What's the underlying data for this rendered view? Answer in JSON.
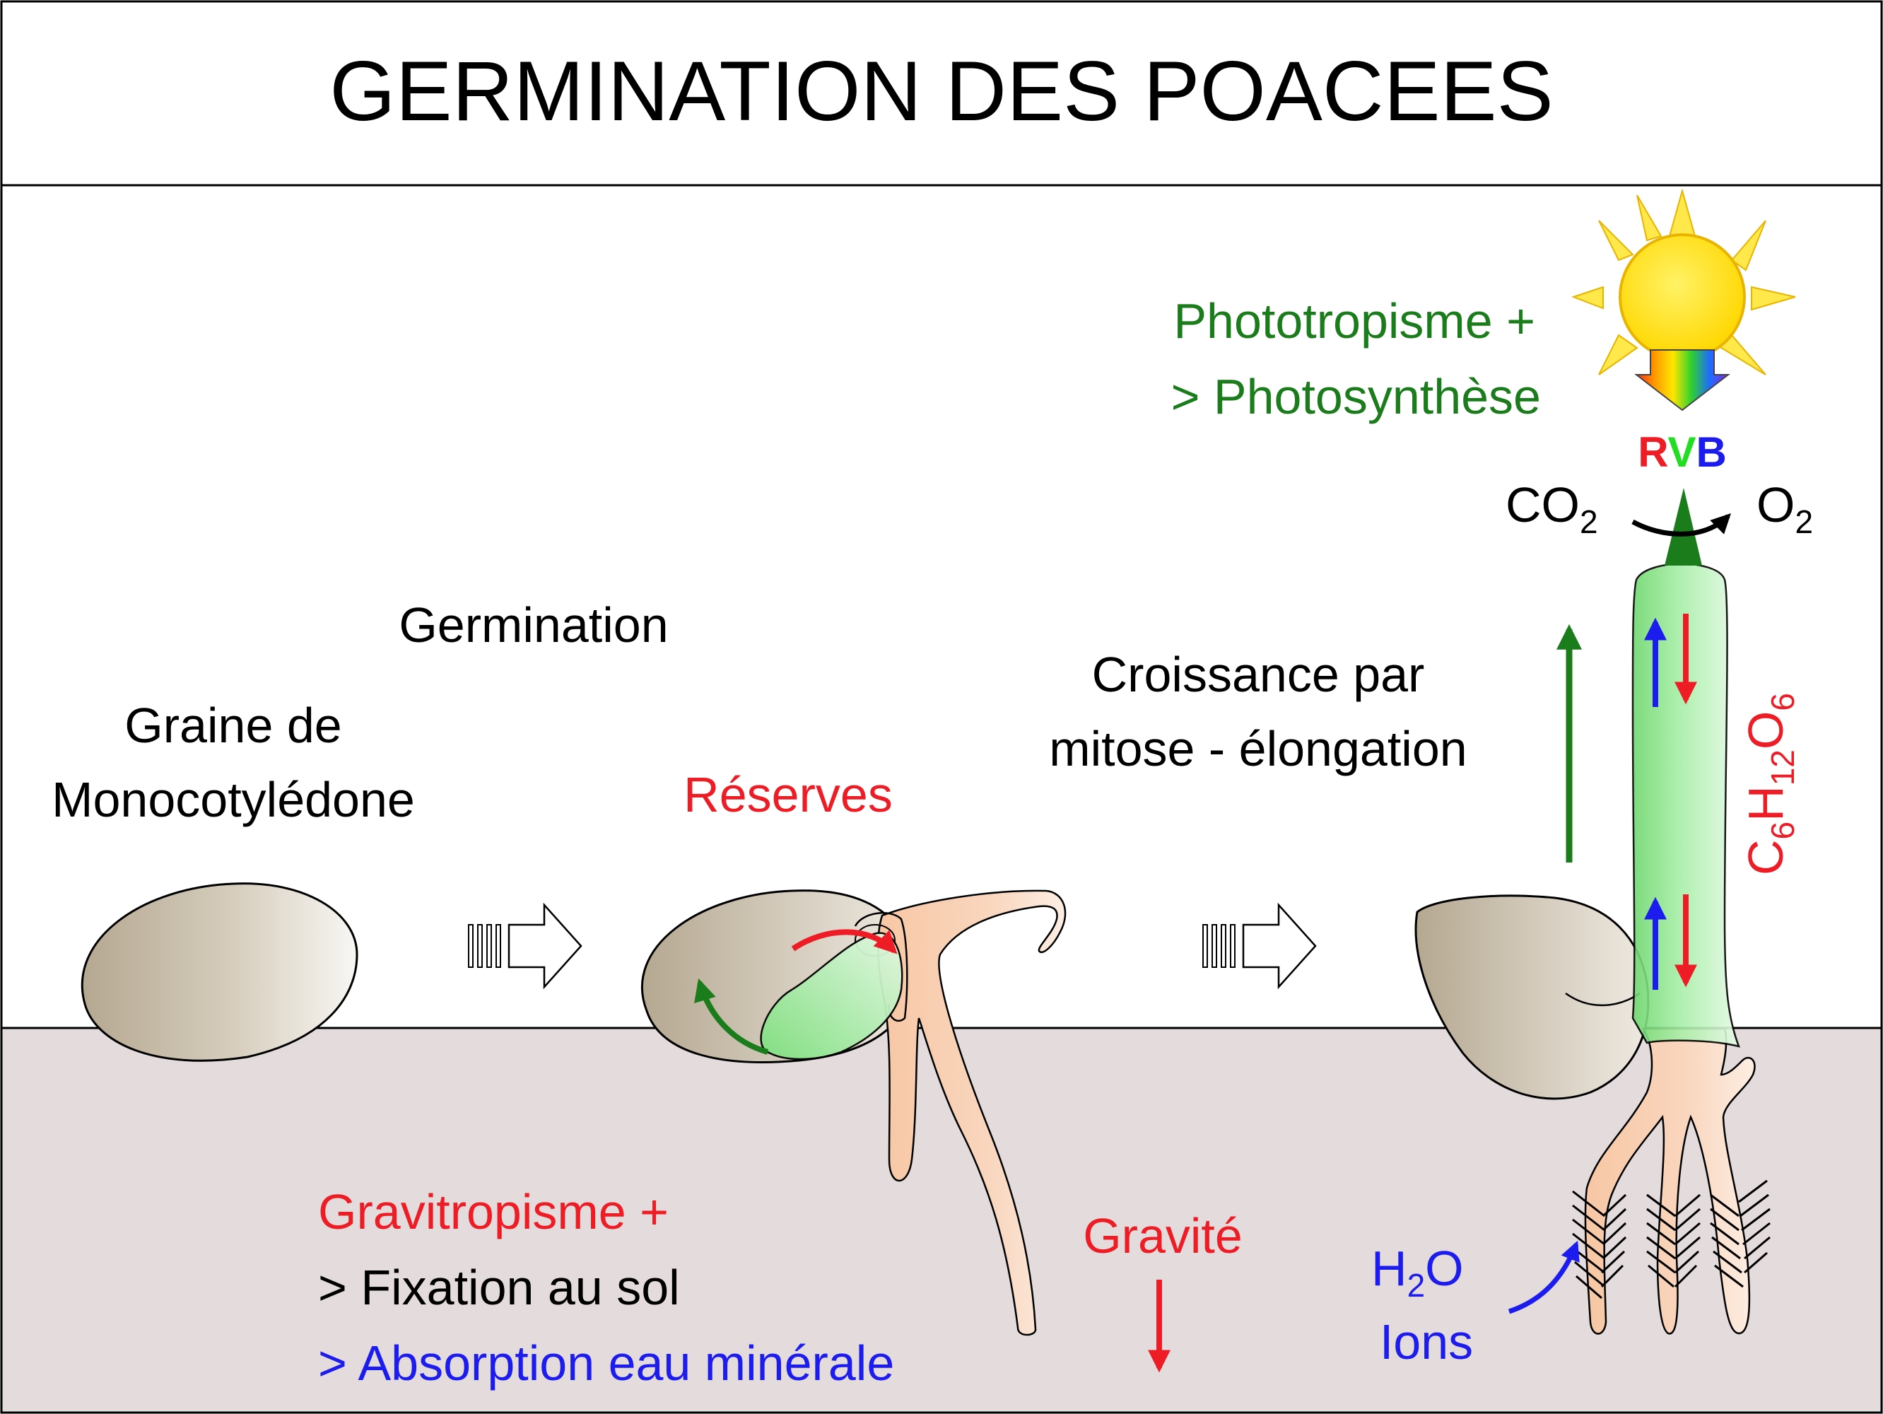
{
  "title": "GERMINATION DES POACEES",
  "labels": {
    "seed_line1": "Graine de",
    "seed_line2": "Monocotylédone",
    "germination": "Germination",
    "reserves": "Réserves",
    "growth_line1": "Croissance par",
    "growth_line2": "mitose - élongation",
    "phototropism": "Phototropisme +",
    "photosynthesis": "> Photosynthèse",
    "gravitropism": "Gravitropisme +",
    "fixation": "> Fixation au sol",
    "absorption": "> Absorption eau minérale",
    "gravity": "Gravité",
    "ions": "Ions"
  },
  "formulas": {
    "co2": {
      "base": "CO",
      "sub": "2"
    },
    "o2": {
      "base": "O",
      "sub": "2"
    },
    "h2o": {
      "h": "H",
      "sub": "2",
      "o": "O"
    },
    "glucose": {
      "c": "C",
      "c_sub": "6",
      "h": "H",
      "h_sub": "12",
      "o": "O",
      "o_sub": "6"
    },
    "rvb": {
      "r": "R",
      "v": "V",
      "b": "B"
    }
  },
  "colors": {
    "red": "#ee1c24",
    "green": "#1a7c1a",
    "blue": "#1c1cee",
    "black": "#000000",
    "soil": "#e4dcdc",
    "seed_dark": "#b8ab94",
    "seed_light": "#f5f3ef",
    "root": "#f6c9a8",
    "shoot": "#8fe38f",
    "sun": "#ffe600",
    "sun_rays": "#ffe84a"
  }
}
